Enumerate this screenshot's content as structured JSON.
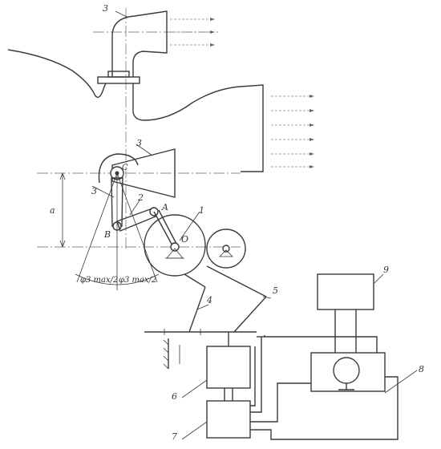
{
  "labels": {
    "l3_top": "3",
    "l3_mid": "3",
    "l3_left": "3",
    "l1": "1",
    "l2": "2",
    "A": "A",
    "B": "B",
    "O": "O",
    "C": "C",
    "a": "a",
    "phi_left": "φ3 max/2",
    "phi_right": "φ3 max/2",
    "l4": "4",
    "l5": "5",
    "l6": "6",
    "l7": "7",
    "l8": "8",
    "l9": "9"
  }
}
